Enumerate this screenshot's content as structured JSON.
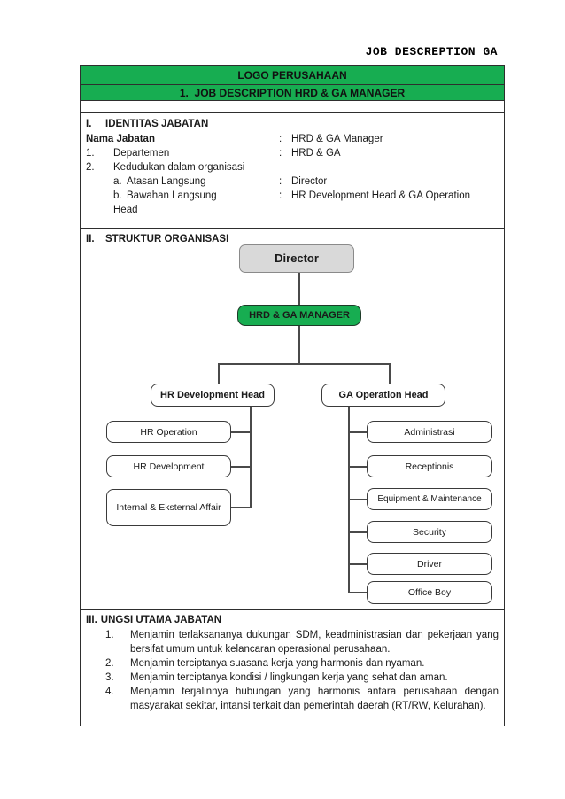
{
  "header": {
    "note": "JOB DESCREPTION GA"
  },
  "banner": {
    "logo_label": "LOGO PERUSAHAAN",
    "title": "1.  JOB DESCRIPTION HRD & GA MANAGER"
  },
  "colors": {
    "banner_green": "#17AD51",
    "manager_node_green": "#17AD51",
    "director_node_gray": "#D9D9D9"
  },
  "section1": {
    "heading_num": "I.",
    "heading": "IDENTITAS JABATAN",
    "rows": {
      "nama": {
        "label": "Nama Jabatan",
        "colon": ":",
        "value": "HRD & GA Manager"
      },
      "departemen": {
        "num": "1.",
        "label": "Departemen",
        "colon": ":",
        "value": "HRD & GA"
      },
      "kedudukan": {
        "num": "2.",
        "label": "Kedudukan dalam organisasi"
      },
      "atasan": {
        "sub": "a.",
        "label": "Atasan Langsung",
        "colon": ":",
        "value": "Director"
      },
      "bawahan": {
        "sub": "b.",
        "label": "Bawahan Langsung",
        "colon": ":",
        "value": "HR Development Head & GA Operation"
      },
      "bawahan_cont": {
        "label": "Head"
      }
    }
  },
  "section2": {
    "heading_num": "II.",
    "heading": "STRUKTUR ORGANISASI",
    "org": {
      "director": "Director",
      "manager": "HRD & GA MANAGER",
      "hr_head": "HR Development Head",
      "ga_head": "GA Operation Head",
      "hr_children": [
        "HR Operation",
        "HR Development",
        "Internal & Eksternal Affair"
      ],
      "ga_children": [
        "Administrasi",
        "Receptionis",
        "Equipment & Maintenance",
        "Security",
        "Driver",
        "Office Boy"
      ]
    }
  },
  "section3": {
    "heading_num": "III.",
    "heading": "UNGSI UTAMA JABATAN",
    "items": [
      {
        "num": "1.",
        "text": "Menjamin terlaksananya dukungan SDM, keadministrasian dan pekerjaan yang bersifat umum untuk kelancaran operasional perusahaan."
      },
      {
        "num": "2.",
        "text": "Menjamin terciptanya suasana kerja yang harmonis dan nyaman."
      },
      {
        "num": "3.",
        "text": "Menjamin terciptanya kondisi / lingkungan kerja yang sehat dan aman."
      },
      {
        "num": "4.",
        "text": "Menjamin terjalinnya hubungan yang harmonis antara perusahaan dengan masyarakat sekitar, intansi terkait dan pemerintah daerah (RT/RW, Kelurahan)."
      }
    ]
  }
}
